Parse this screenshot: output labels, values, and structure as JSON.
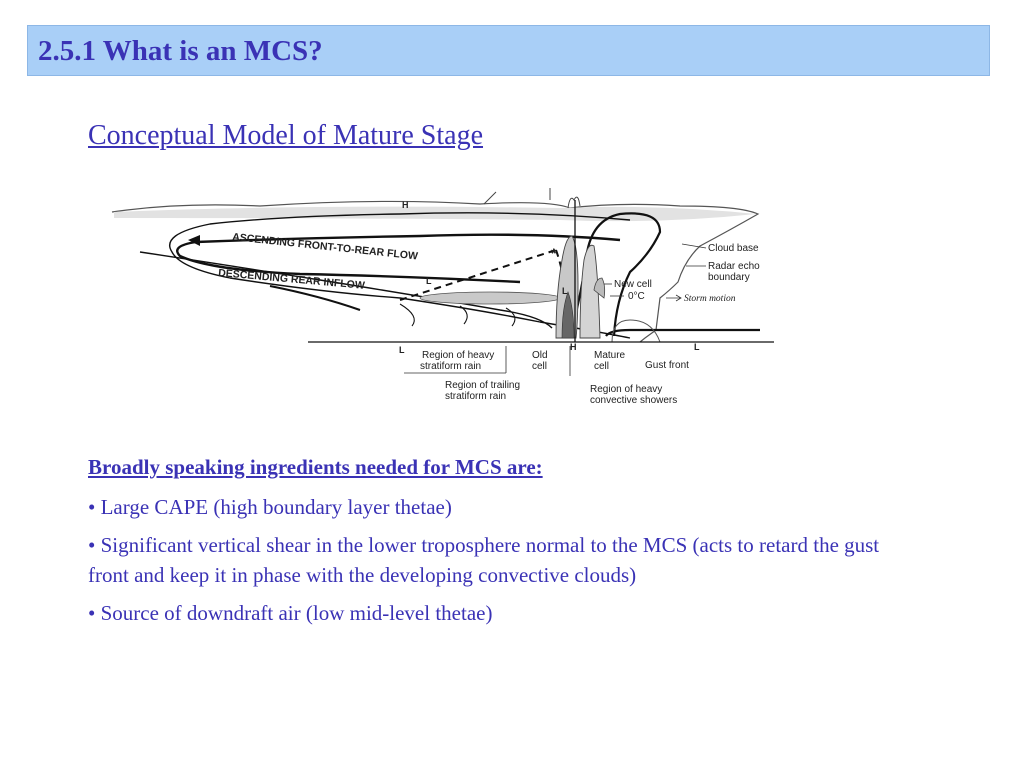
{
  "slide": {
    "title": "2.5.1 What is an MCS?",
    "subtitle": "Conceptual Model of Mature Stage",
    "ingredients_heading": "Broadly speaking ingredients needed for MCS are:",
    "bullets": [
      "• Large CAPE (high boundary layer thetae)",
      "• Significant vertical shear in the lower troposphere normal to the MCS (acts to retard the gust front and keep it in phase with the developing convective clouds)",
      "• Source of downdraft air (low mid-level thetae)"
    ]
  },
  "diagram": {
    "flow_ascending": "ASCENDING FRONT-TO-REAR FLOW",
    "flow_descending": "DESCENDING REAR INFLOW",
    "label_h_top": "H",
    "label_l_upper": "L",
    "label_l_cell": "L",
    "label_l_left": "L",
    "label_h_bottom": "H",
    "label_l_right": "L",
    "star": "*",
    "cloud_base": "Cloud base",
    "radar_echo_1": "Radar echo",
    "radar_echo_2": "boundary",
    "new_cell": "New cell",
    "zero_c": "0°C",
    "storm_motion": "Storm motion",
    "heavy_strat_1": "Region of heavy",
    "heavy_strat_2": "stratiform rain",
    "old_cell_1": "Old",
    "old_cell_2": "cell",
    "mature_cell_1": "Mature",
    "mature_cell_2": "cell",
    "gust_front": "Gust front",
    "trailing_1": "Region of trailing",
    "trailing_2": "stratiform rain",
    "convective_1": "Region of heavy",
    "convective_2": "convective showers"
  }
}
